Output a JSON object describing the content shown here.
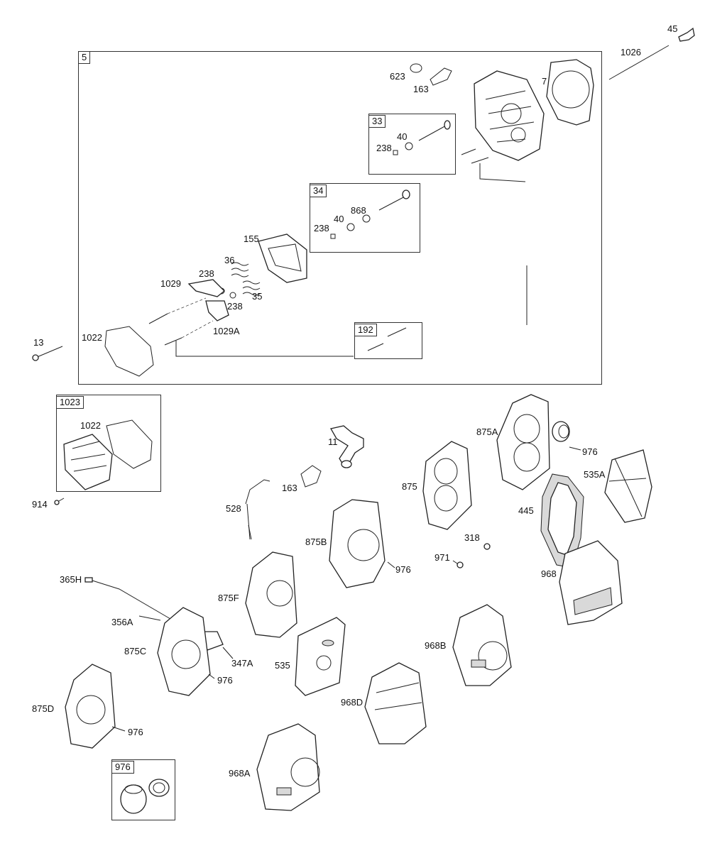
{
  "boxes": {
    "main": "5",
    "b33": "33",
    "b34": "34",
    "b192": "192",
    "b1023": "1023",
    "b976": "976"
  },
  "labels": {
    "l45": "45",
    "l1026": "1026",
    "l623": "623",
    "l163a": "163",
    "l7": "7",
    "l40a": "40",
    "l238a": "238",
    "l868": "868",
    "l40b": "40",
    "l238b": "238",
    "l155": "155",
    "l36": "36",
    "l238c": "238",
    "l1029": "1029",
    "l35": "35",
    "l238d": "238",
    "l1029A": "1029A",
    "l1022a": "1022",
    "l13": "13",
    "l1022b": "1022",
    "l914": "914",
    "l11": "11",
    "l163b": "163",
    "l528": "528",
    "l875A": "875A",
    "l976a": "976",
    "l535A": "535A",
    "l875": "875",
    "l445": "445",
    "l875B": "875B",
    "l976b": "976",
    "l318": "318",
    "l971": "971",
    "l968": "968",
    "l365H": "365H",
    "l875F": "875F",
    "l356A": "356A",
    "l875C": "875C",
    "l347A": "347A",
    "l976c": "976",
    "l535": "535",
    "l968B": "968B",
    "l968D": "968D",
    "l875D": "875D",
    "l976d": "976",
    "l968A": "968A"
  }
}
